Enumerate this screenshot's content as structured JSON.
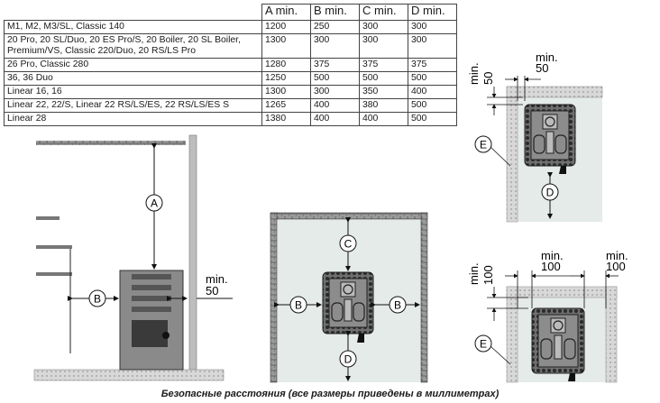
{
  "table": {
    "headers": [
      "",
      "A min.",
      "B min.",
      "C min.",
      "D min."
    ],
    "rows": [
      {
        "model": "M1, M2, M3/SL, Classic 140",
        "a": "1200",
        "b": "250",
        "c": "300",
        "d": "300"
      },
      {
        "model": "20 Pro, 20 SL/Duo, 20 ES Pro/S, 20 Boiler, 20 SL Boiler, Premium/VS, Classic 220/Duo, 20 RS/LS Pro",
        "a": "1300",
        "b": "300",
        "c": "300",
        "d": "300"
      },
      {
        "model": "26 Pro, Classic 280",
        "a": "1280",
        "b": "375",
        "c": "375",
        "d": "375"
      },
      {
        "model": "36, 36 Duo",
        "a": "1250",
        "b": "500",
        "c": "500",
        "d": "500"
      },
      {
        "model": "Linear 16, 16",
        "a": "1300",
        "b": "300",
        "c": "350",
        "d": "400"
      },
      {
        "model": "Linear 22, 22/S, Linear 22 RS/LS/ES, 22 RS/LS/ES S",
        "a": "1265",
        "b": "400",
        "c": "380",
        "d": "500"
      },
      {
        "model": "Linear 28",
        "a": "1380",
        "b": "400",
        "c": "400",
        "d": "500"
      }
    ]
  },
  "side_view": {
    "label_a": "A",
    "label_b": "B",
    "min_text": "min.",
    "min_value": "50"
  },
  "top_view": {
    "label_b_left": "B",
    "label_b_right": "B",
    "label_c": "C",
    "label_d": "D"
  },
  "corner_top": {
    "min_v_text": "min.",
    "min_v_value": "50",
    "min_h_text": "min.",
    "min_h_value": "50",
    "label_d": "D",
    "label_e": "E"
  },
  "corner_bottom": {
    "min_v_text": "min.",
    "min_v_value": "100",
    "min_h1_text": "min.",
    "min_h1_value": "100",
    "min_h2_text": "min.",
    "min_h2_value": "100",
    "label_e": "E"
  },
  "caption": "Безопасные расстояния (все размеры приведены в миллиметрах)"
}
